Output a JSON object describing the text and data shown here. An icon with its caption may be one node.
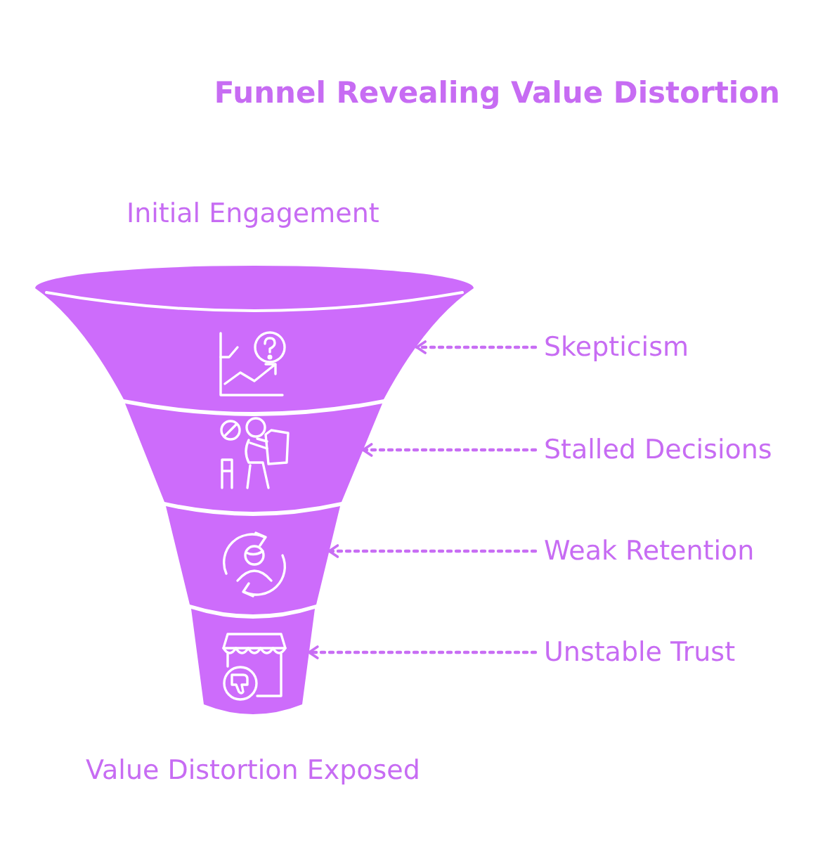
{
  "diagram": {
    "title": "Funnel Revealing Value Distortion",
    "nodes": [
      {
        "text": [],
        "shape": "band"
      },
      {
        "text": [],
        "shape": "band"
      },
      {
        "text": [],
        "shape": "band"
      },
      {
        "text": [],
        "shape": "band"
      },
      {
        "text": [
          "Skepticism"
        ]
      },
      {
        "text": [
          "Stalled Decisions"
        ]
      },
      {
        "text": [
          "Weak Retention"
        ]
      },
      {
        "text": [
          "Unstable Trust"
        ]
      }
    ],
    "edges": [
      {
        "from": 4,
        "to": 0,
        "arrow": "to",
        "style": "dashed"
      },
      {
        "from": 5,
        "to": 1,
        "arrow": "to",
        "style": "dashed"
      },
      {
        "from": 6,
        "to": 2,
        "arrow": "to",
        "style": "dashed"
      },
      {
        "from": 7,
        "to": 3,
        "arrow": "to",
        "style": "dashed"
      }
    ],
    "labels": [
      "Initial Engagement",
      "Value Distortion Exposed"
    ]
  }
}
